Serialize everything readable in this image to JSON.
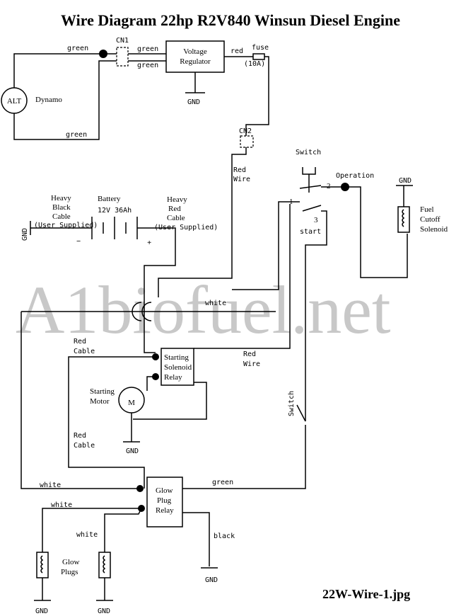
{
  "title": "Wire Diagram 22hp R2V840 Winsun Diesel Engine",
  "watermark": "A1biofuel.net",
  "filename": "22W-Wire-1.jpg",
  "components": {
    "alt": "ALT",
    "dynamo": "Dynamo",
    "cn1": "CN1",
    "cn2": "CN2",
    "voltage_regulator": [
      "Voltage",
      "Regulator"
    ],
    "fuse": "fuse",
    "fuse_rating": "(10A)",
    "battery": "Battery",
    "battery_spec": "12V  36Ah",
    "minus": "−",
    "plus": "+",
    "heavy_black_cable": [
      "Heavy",
      "Black",
      "Cable",
      "(User Supplied)"
    ],
    "heavy_red_cable": [
      "Heavy",
      "Red",
      "Cable",
      "(User Supplied)"
    ],
    "switch_top": "Switch",
    "operation": "Operation",
    "pos1": "1",
    "pos2": "2",
    "pos3": "3",
    "start": "start",
    "fuel_cutoff": [
      "Fuel",
      "Cutoff",
      "Solenoid"
    ],
    "starting_solenoid_relay": [
      "Starting",
      "Solenoid",
      "Relay"
    ],
    "starting_motor": [
      "Starting",
      "Motor"
    ],
    "motor_symbol": "M",
    "glow_plug_relay": [
      "Glow",
      "Plug",
      "Relay"
    ],
    "glow_plugs": [
      "Glow",
      "Plugs"
    ],
    "switch_side": "Switch"
  },
  "wires": {
    "green_1": "green",
    "green_2": "green",
    "green_3": "green",
    "green_4": "green",
    "green_bottom": "green",
    "red_reg": "red",
    "red_wire_1": [
      "Red",
      "Wire"
    ],
    "red_wire_2": [
      "Red",
      "Wire"
    ],
    "red_cable_1": [
      "Red",
      "Cable"
    ],
    "red_cable_2": [
      "Red",
      "Cable"
    ],
    "white_center": "white",
    "white_left": "white",
    "white_glow1": "white",
    "white_glow2": "white",
    "black": "black"
  },
  "gnd": "GND"
}
